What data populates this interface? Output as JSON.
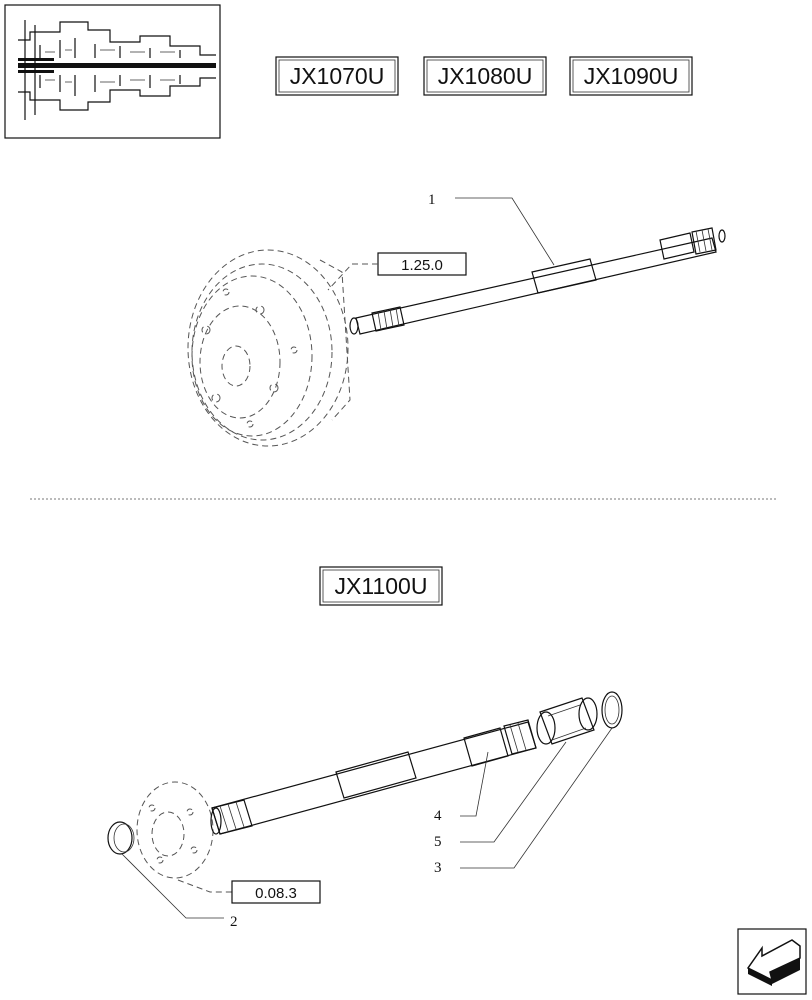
{
  "models_top": [
    "JX1070U",
    "JX1080U",
    "JX1090U"
  ],
  "model_bottom": "JX1100U",
  "references": {
    "clutch_group": "1.25.0",
    "flywheel_group": "0.08.3"
  },
  "callouts": {
    "shaft_top": "1",
    "seal_plug": "2",
    "circlip": "3",
    "shaft_bottom": "4",
    "bushing": "5"
  },
  "icons": {
    "thumbnail": "transmission-section-icon",
    "nav": "previous-page-arrow-icon"
  }
}
